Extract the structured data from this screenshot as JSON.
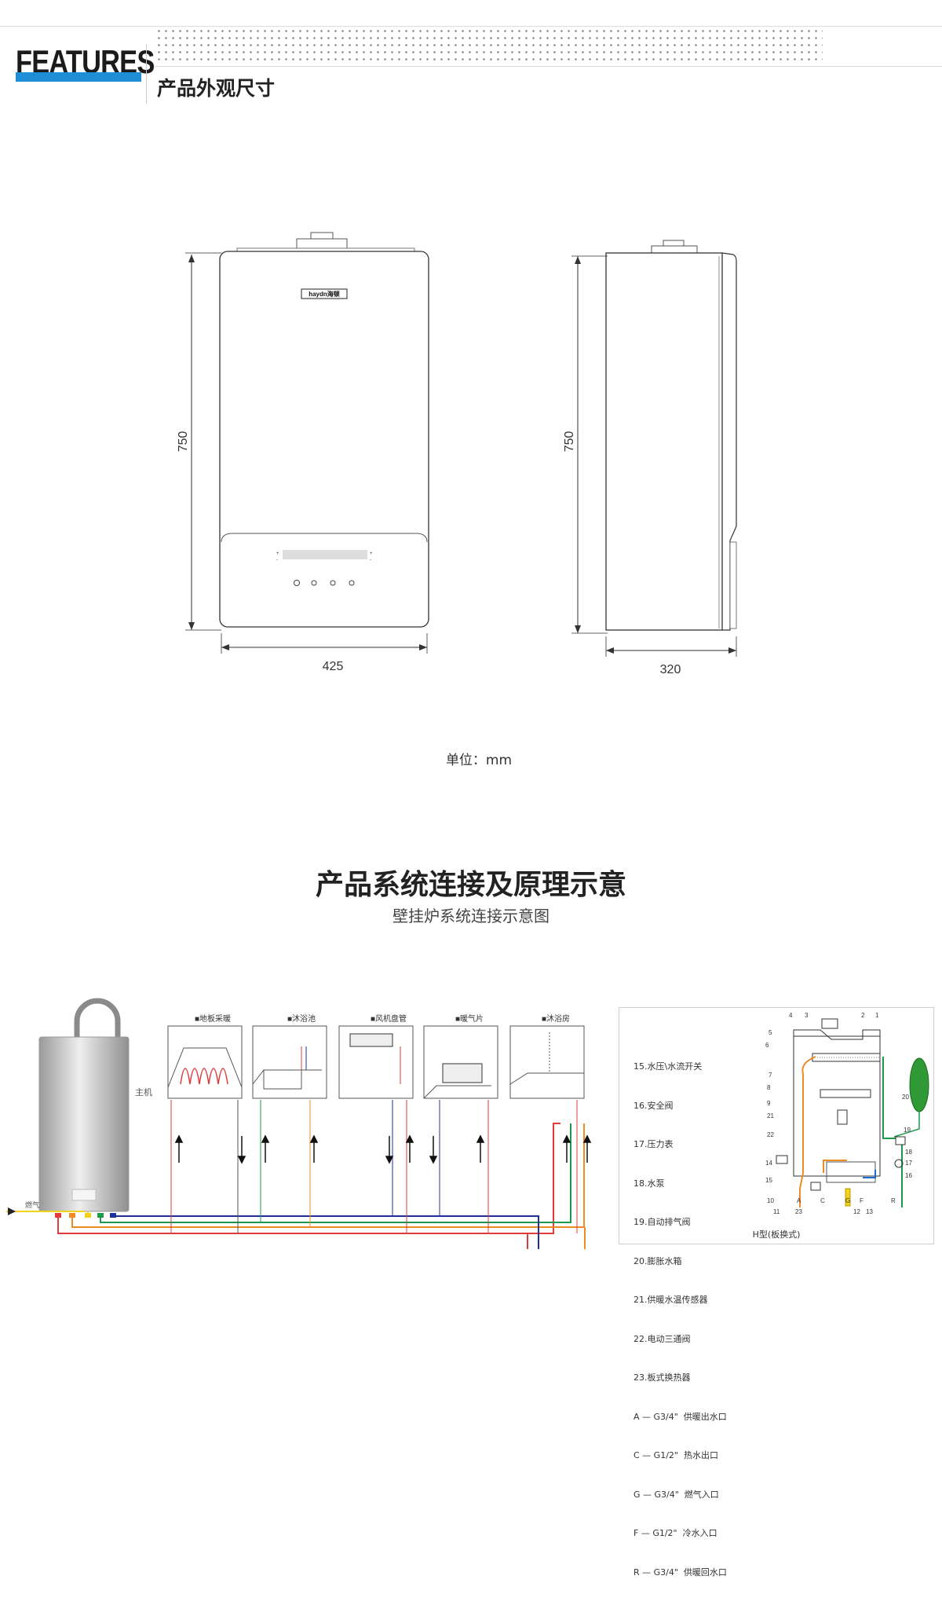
{
  "header": {
    "badge": "FEATURES",
    "section_title": "产品外观尺寸"
  },
  "dimensions": {
    "front_height": "750",
    "front_width": "425",
    "side_height": "750",
    "side_depth": "320",
    "brand_logo": "haydn海顿",
    "unit_label": "单位：mm"
  },
  "system": {
    "title": "产品系统连接及原理示意",
    "subtitle": "壁挂炉系统连接示意图",
    "main_unit_label": "主机",
    "gas_label": "燃气",
    "panels": [
      "■地板采暖",
      "■沐浴池",
      "■风机盘管",
      "■暖气片",
      "■沐浴房"
    ]
  },
  "schematic": {
    "legend": [
      "15.水压\\水流开关",
      "16.安全阀",
      "17.压力表",
      "18.水泵",
      "19.自动排气阀",
      "20.膨胀水箱",
      "21.供暖水温传感器",
      "22.电动三通阀",
      "23.板式换热器",
      "A — G3/4\"  供暖出水口",
      "C — G1/2\"  热水出口",
      "G — G3/4\"  燃气入口",
      "F — G1/2\"  冷水入口",
      "R — G3/4\"  供暖回水口"
    ],
    "caption": "H型(板换式)",
    "numbers_top": [
      "4",
      "3",
      "2",
      "1"
    ],
    "numbers_left": [
      "5",
      "6",
      "7",
      "8",
      "9",
      "21",
      "22",
      "14",
      "15",
      "10"
    ],
    "numbers_right": [
      "20",
      "19",
      "18",
      "17",
      "16"
    ],
    "numbers_bottom": [
      "11",
      "23",
      "12",
      "13"
    ],
    "port_letters": [
      "A",
      "C",
      "G",
      "F",
      "R"
    ]
  },
  "colors": {
    "accent_blue": "#1e8fd6",
    "pipe_red": "#e23b3b",
    "pipe_orange": "#f08a24",
    "pipe_green": "#1a9a4a",
    "pipe_blue": "#1f2f9b",
    "pipe_yellow": "#f2d21b",
    "tank_green": "#2f9a35"
  }
}
